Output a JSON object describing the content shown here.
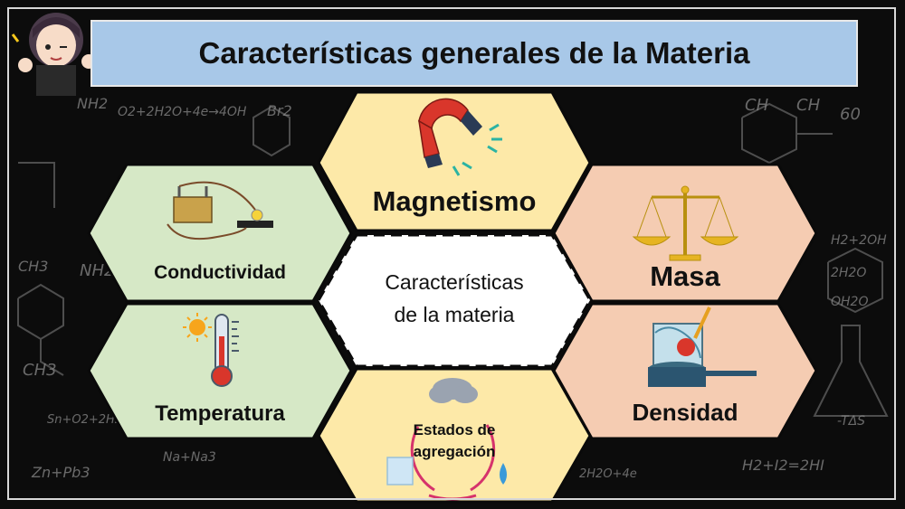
{
  "title": "Características generales de la Materia",
  "center": {
    "line1": "Características",
    "line2": "de la materia"
  },
  "cells": {
    "magnetismo": "Magnetismo",
    "conductividad": "Conductividad",
    "masa": "Masa",
    "temperatura": "Temperatura",
    "densidad": "Densidad",
    "estados_line1": "Estados de",
    "estados_line2": "agregación"
  },
  "background_notes": [
    "O2+2H2O+4e→4OH",
    "NH2",
    "Br2",
    "NH2",
    "CH",
    "CH",
    "60",
    "CH3",
    "H2+2OH",
    "2H2O",
    "OH2O",
    "-TΔS",
    "Sn+O2+2H2",
    "Zn+Pb3",
    "Na+Na3",
    "2H2O+4e",
    "H2+I2=2HI",
    "CH3"
  ],
  "colors": {
    "green": "#d6e8c6",
    "yellow": "#fde9a8",
    "peach": "#f5ccb2",
    "white": "#ffffff",
    "title_bg": "#a8c8e8"
  }
}
